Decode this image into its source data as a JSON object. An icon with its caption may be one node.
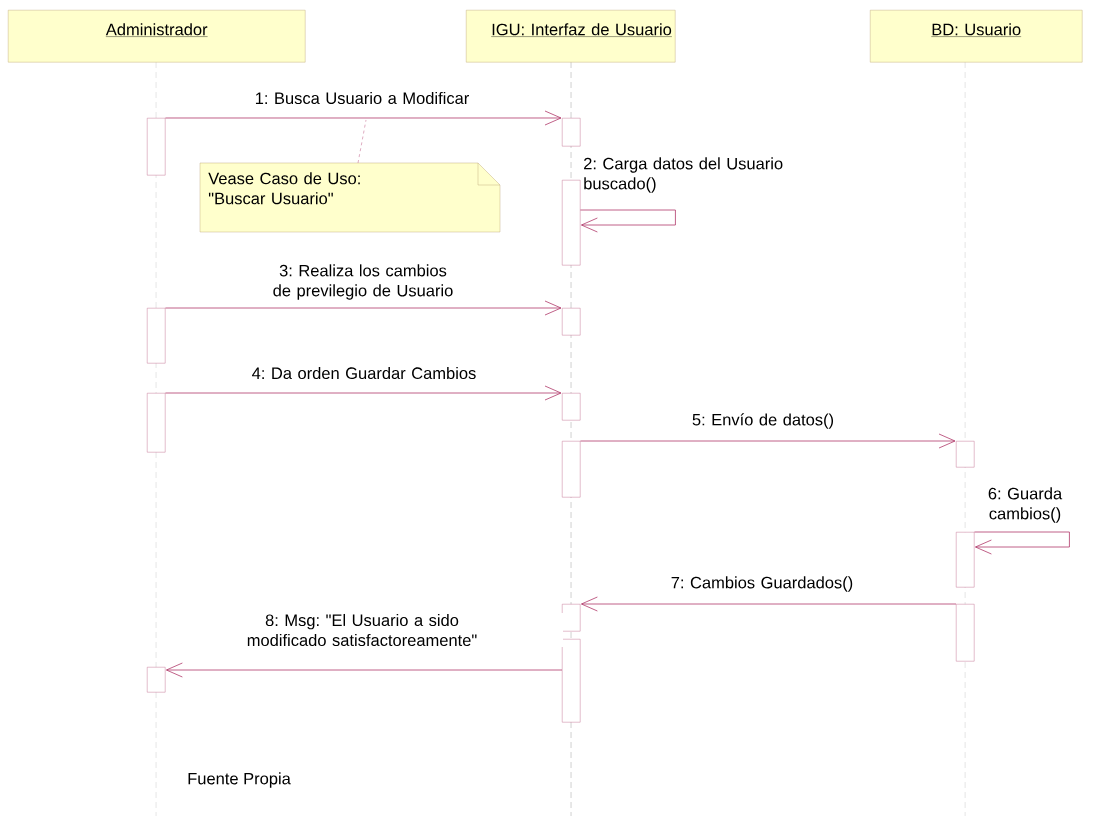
{
  "diagram": {
    "caption": "Fuente Propia",
    "nodes": [
      {
        "text": [
          "Administrador"
        ]
      },
      {
        "text": [
          "IGU: Interfaz de Usuario"
        ]
      },
      {
        "text": [
          "BD: Usuario"
        ]
      },
      {
        "text": [
          "Vease Caso de Uso: \"Buscar Usuario\""
        ]
      },
      {
        "text": [],
        "shape": "box"
      },
      {
        "text": [],
        "shape": "box"
      },
      {
        "text": [],
        "shape": "box"
      },
      {
        "text": [],
        "shape": "box"
      },
      {
        "text": [],
        "shape": "box"
      },
      {
        "text": [],
        "shape": "box"
      },
      {
        "text": [],
        "shape": "box"
      },
      {
        "text": [],
        "shape": "box"
      },
      {
        "text": [],
        "shape": "box"
      },
      {
        "text": [],
        "shape": "box"
      },
      {
        "text": [],
        "shape": "box"
      },
      {
        "text": [],
        "shape": "box"
      },
      {
        "text": [],
        "shape": "box"
      },
      {
        "text": [],
        "shape": "box"
      }
    ],
    "edges": [
      {
        "from": 4,
        "to": 5,
        "arrow": "to",
        "label": "1: Busca Usuario a Modificar"
      },
      {
        "from": 6,
        "to": 6,
        "arrow": "to",
        "label": "2: Carga datos del Usuario buscado()"
      },
      {
        "from": 7,
        "to": 8,
        "arrow": "to",
        "label": "3: Realiza los cambios de previlegio de Usuario"
      },
      {
        "from": 9,
        "to": 10,
        "arrow": "to",
        "label": "4: Da orden Guardar Cambios"
      },
      {
        "from": 11,
        "to": 12,
        "arrow": "to",
        "label": "5: Envío de datos()"
      },
      {
        "from": 13,
        "to": 13,
        "arrow": "to",
        "label": "6: Guarda cambios()"
      },
      {
        "from": 14,
        "to": 15,
        "arrow": "to",
        "label": "7: Cambios Guardados()"
      },
      {
        "from": 16,
        "to": 17,
        "arrow": "to",
        "label": "8: Msg: \"El Usuario a sido modificado satisfactoreamente\""
      },
      {
        "from": 3,
        "to": null,
        "arrow": "none",
        "style": "dashed"
      }
    ]
  }
}
